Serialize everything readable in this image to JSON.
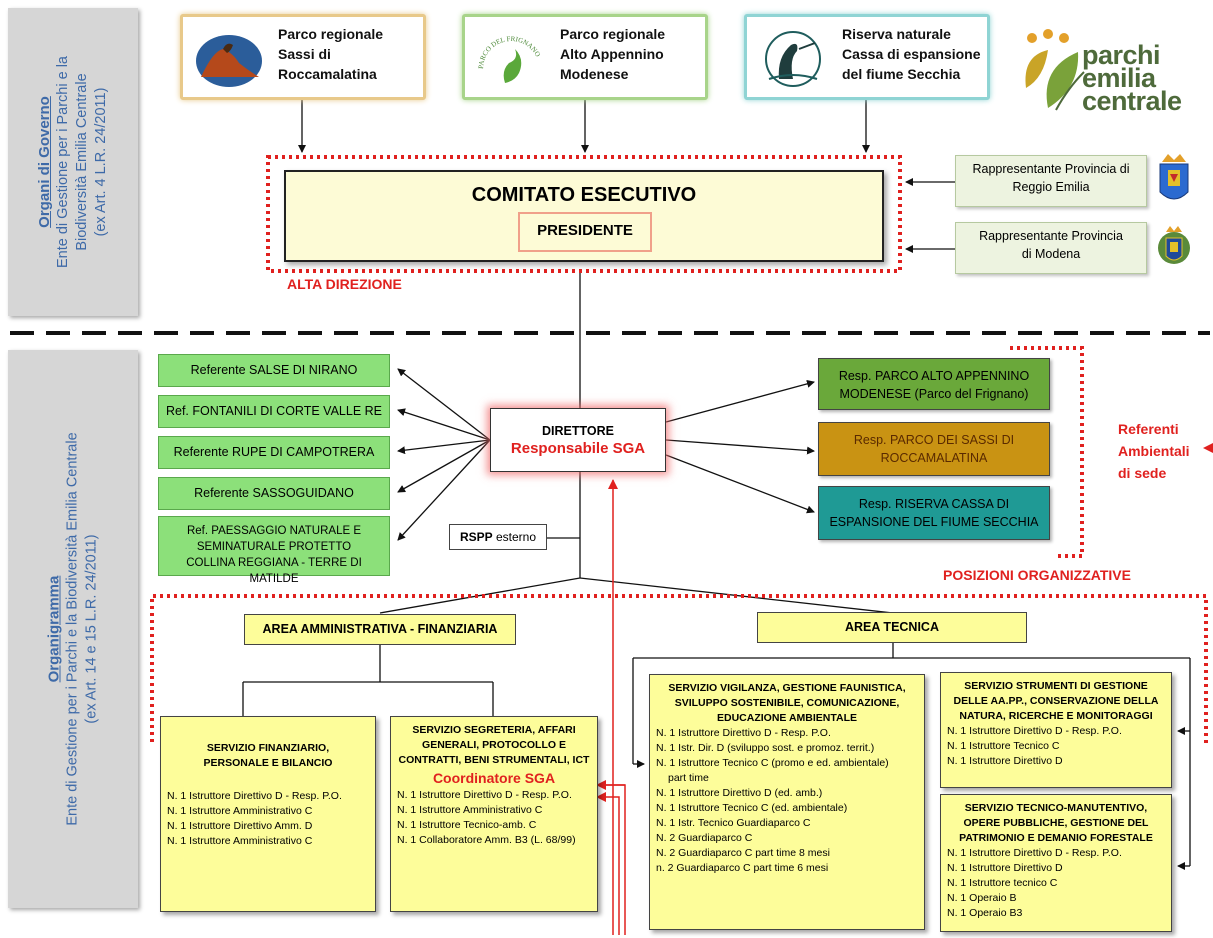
{
  "sidebar_top": {
    "title": "Organi di Governo",
    "line1": "Ente di Gestione per i Parchi e la",
    "line2": "Biodiversità Emilia Centrale",
    "line3": "(ex Art. 4 L.R. 24/2011)"
  },
  "sidebar_bottom": {
    "title": "Organigramma",
    "line1": "Ente di Gestione per i Parchi e la Biodiversità Emilia Centrale",
    "line2": "(ex Art. 14 e 15 L.R. 24/2011)"
  },
  "parks": [
    {
      "l1": "Parco regionale",
      "l2": "Sassi di",
      "l3": "Roccamalatina",
      "border": "#e8c98a"
    },
    {
      "l1": "Parco regionale",
      "l2": "Alto Appennino",
      "l3": "Modenese",
      "border": "#a8d48a",
      "logo_text": "PARCO DEL FRIGNANO"
    },
    {
      "l1": "Riserva naturale",
      "l2": "Cassa di espansione",
      "l3": "del fiume Secchia",
      "border": "#8fd4d4"
    }
  ],
  "brand": {
    "l1": "parchi",
    "l2": "emilia",
    "l3": "centrale",
    "color": "#4e6a3b"
  },
  "comitato": {
    "title": "COMITATO ESECUTIVO",
    "president": "PRESIDENTE"
  },
  "alta_direzione": "ALTA DIREZIONE",
  "provinces": [
    "Rappresentante Provincia di Reggio Emilia",
    "Rappresentante Provincia di Modena"
  ],
  "referents": [
    "Referente SALSE DI NIRANO",
    "Ref. FONTANILI DI CORTE VALLE RE",
    "Referente RUPE DI CAMPOTRERA",
    "Referente SASSOGUIDANO",
    "Ref. PAESSAGGIO NATURALE E SEMINATURALE PROTETTO COLLINA REGGIANA - TERRE DI MATILDE"
  ],
  "direttore": {
    "title": "DIRETTORE",
    "subtitle": "Responsabile SGA"
  },
  "responsibles": [
    {
      "text": "Resp. PARCO ALTO APPENNINO MODENESE (Parco del Frignano)",
      "color": "#6aa83a"
    },
    {
      "text": "Resp. PARCO DEI SASSI DI ROCCAMALATINA",
      "color": "#c99313"
    },
    {
      "text": "Resp. RISERVA CASSA DI ESPANSIONE DEL FIUME SECCHIA",
      "color": "#1f9a95"
    }
  ],
  "referenti_ambientali": [
    "Referenti",
    "Ambientali",
    "di sede"
  ],
  "posizioni": "POSIZIONI ORGANIZZATIVE",
  "rspp": {
    "bold": "RSPP",
    "rest": " esterno"
  },
  "areas": {
    "amm": "AREA AMMINISTRATIVA - FINANZIARIA",
    "tec": "AREA TECNICA"
  },
  "services": {
    "finanziario": {
      "title": "SERVIZIO FINANZIARIO, PERSONALE E BILANCIO",
      "items": [
        "N. 1 Istruttore Direttivo D - Resp. P.O.",
        "N. 1 Istruttore Amministrativo C",
        "N. 1 Istruttore Direttivo Amm. D",
        "N. 1 Istruttore Amministrativo C"
      ]
    },
    "segreteria": {
      "title": "SERVIZIO SEGRETERIA, AFFARI GENERALI, PROTOCOLLO E CONTRATTI, BENI STRUMENTALI, ICT",
      "coord": "Coordinatore SGA",
      "items": [
        "N. 1 Istruttore Direttivo D - Resp. P.O.",
        "N. 1 Istruttore Amministrativo C",
        "N. 1 Istruttore Tecnico-amb. C",
        "N. 1 Collaboratore Amm. B3 (L. 68/99)"
      ]
    },
    "vigilanza": {
      "title": "SERVIZIO VIGILANZA, GESTIONE FAUNISTICA, SVILUPPO SOSTENIBILE, COMUNICAZIONE, EDUCAZIONE AMBIENTALE",
      "items": [
        "N. 1 Istruttore Direttivo D - Resp. P.O.",
        "N. 1 Istr. Dir. D (sviluppo sost. e promoz. territ.)",
        "N. 1 Istruttore Tecnico C (promo e ed. ambientale)",
        "part time",
        "N. 1 Istruttore Direttivo D (ed. amb.)",
        "N. 1 Istruttore Tecnico C (ed. ambientale)",
        "N. 1 Istr. Tecnico Guardiaparco C",
        "N. 2 Guardiaparco C",
        "N. 2 Guardiaparco C part time 8 mesi",
        "n. 2 Guardiaparco C part time 6 mesi"
      ]
    },
    "strumenti": {
      "title": "SERVIZIO STRUMENTI DI GESTIONE DELLE AA.PP., CONSERVAZIONE DELLA NATURA, RICERCHE E MONITORAGGI",
      "items": [
        "N. 1 Istruttore Direttivo D - Resp. P.O.",
        "N. 1 Istruttore Tecnico C",
        "N. 1 Istruttore Direttivo D"
      ]
    },
    "manutentivo": {
      "title": "SERVIZIO TECNICO-MANUTENTIVO, OPERE PUBBLICHE, GESTIONE DEL PATRIMONIO E DEMANIO FORESTALE",
      "items": [
        "N. 1 Istruttore Direttivo D - Resp. P.O.",
        "N. 1 Istruttore Direttivo D",
        "N. 1 Istruttore tecnico C",
        "N. 1 Operaio B",
        "N. 1 Operaio B3"
      ]
    }
  }
}
